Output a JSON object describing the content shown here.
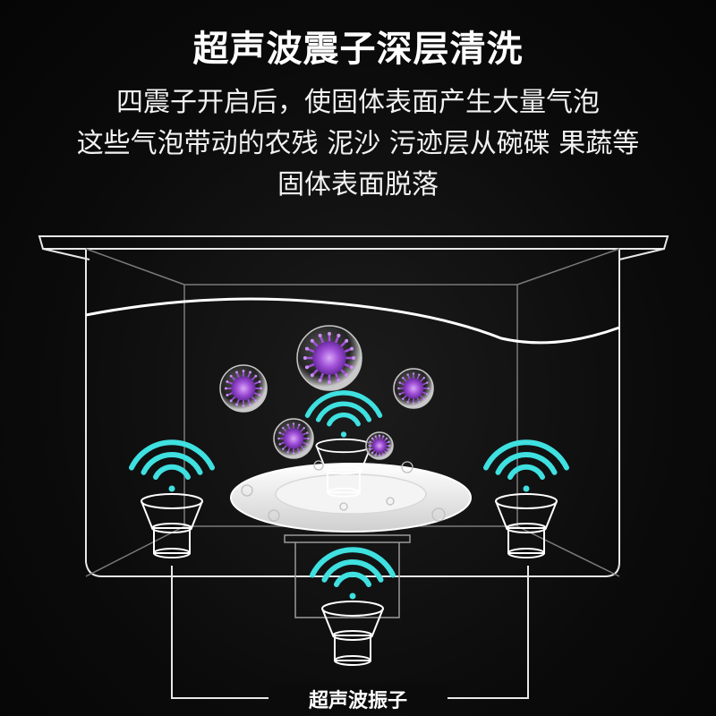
{
  "header": {
    "title": "超声波震子深层清洗",
    "description_lines": [
      "四震子开启后，使固体表面产生大量气泡",
      "这些气泡带动的农残 泥沙 污迹层从碗碟 果蔬等",
      "固体表面脱落"
    ]
  },
  "diagram": {
    "transducer_label": "超声波振子",
    "transducer_count": 4,
    "colors": {
      "wave": "#3fe0e0",
      "germ": "#a050d8",
      "bubble": "#c8c8c8",
      "outline": "#e8e8e8"
    }
  }
}
